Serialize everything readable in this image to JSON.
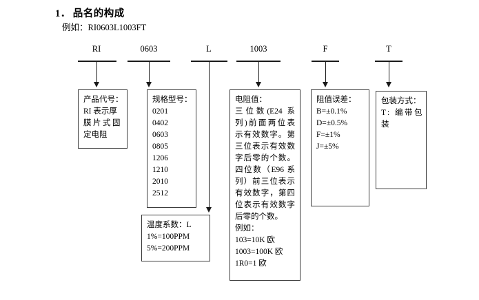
{
  "document": {
    "section_number": "1．",
    "title": "品名的构成",
    "example_label": "例如：",
    "example_code": "RI0603L1003FT"
  },
  "part_code_segments": [
    {
      "label": "RI",
      "name": "segment-ri"
    },
    {
      "label": "0603",
      "name": "segment-0603"
    },
    {
      "label": "L",
      "name": "segment-l"
    },
    {
      "label": "1003",
      "name": "segment-1003"
    },
    {
      "label": "F",
      "name": "segment-f"
    },
    {
      "label": "T",
      "name": "segment-t"
    }
  ],
  "boxes": {
    "product_code": {
      "header": "产品代号：",
      "lines": [
        "RI 表示厚",
        "膜片式固",
        "定电阻"
      ]
    },
    "size_model": {
      "header": "规格型号：",
      "sizes": [
        "0201",
        "0402",
        "0603",
        "0805",
        "1206",
        "1210",
        "2010",
        "2512"
      ]
    },
    "temperature_coefficient": {
      "header": "温度系数：L",
      "lines": [
        "1%=100PPM",
        "5%=200PPM"
      ]
    },
    "resistance_value": {
      "header": "电阻值：",
      "lines": [
        "三位数(E24 系",
        "列)前面两位表",
        "示有效数字。第",
        "三位表示有效数",
        "字后零的个数。",
        "四位数（E96 系",
        "列）前三位表示",
        "有效数字，第四",
        "位表示有效数字",
        "后零的个数。"
      ],
      "example_label": "例如：",
      "examples": [
        "103=10K 欧",
        "1003=100K 欧",
        "1R0=1 欧"
      ]
    },
    "tolerance": {
      "header": "阻值误差：",
      "lines": [
        "B=±0.1%",
        "D=±0.5%",
        "F=±1%",
        "J=±5%"
      ]
    },
    "packaging": {
      "header": "包装方式：",
      "lines": [
        "T: 编带包",
        "装"
      ]
    }
  }
}
